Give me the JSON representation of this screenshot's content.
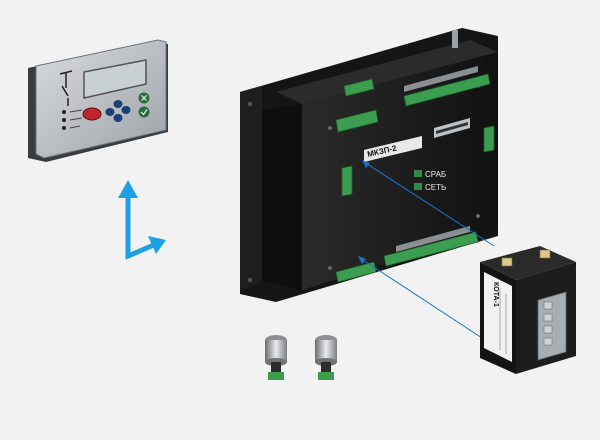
{
  "controller": {
    "model": "МКЗП-2",
    "indicators": {
      "srab": "СРАБ",
      "set": "СЕТЬ"
    }
  },
  "module": {
    "label": "КОТА-1"
  },
  "colors": {
    "background": "#f2f2f2",
    "housing": "#1b1b1b",
    "terminal_green": "#3a9d4f",
    "arrow_blue": "#1ea0e6",
    "link_line": "#1e73c8",
    "panel_grey": "#b8bcc0",
    "lcd": "#b9c2c4"
  },
  "icons": {
    "corner_arrow": "l-shaped-arrow-icon",
    "cable_gland": "cable-gland-icon"
  }
}
